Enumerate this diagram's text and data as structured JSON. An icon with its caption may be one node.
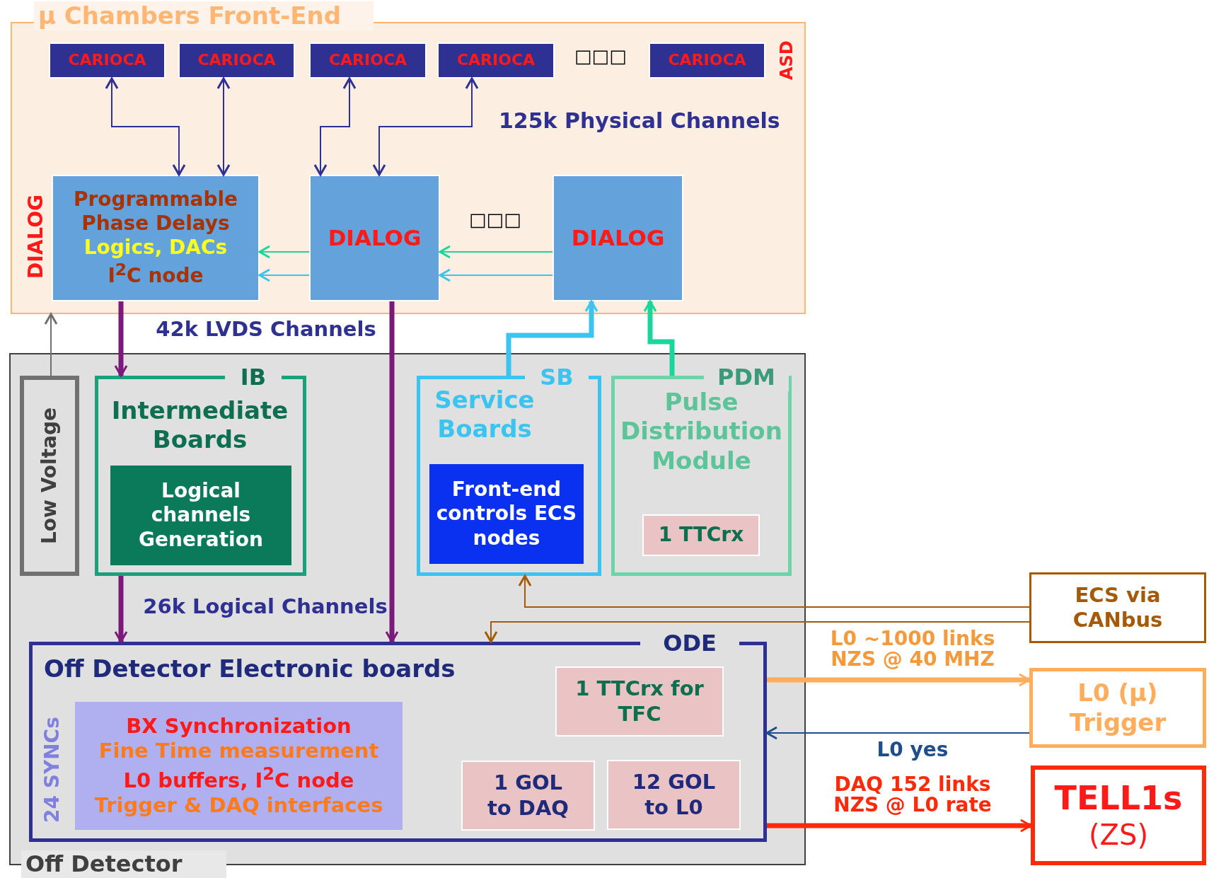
{
  "diagram": {
    "nodes": [
      {
        "text": [
          "μ Chambers Front-End"
        ]
      },
      {
        "text": [
          "CARIOCA"
        ],
        "in": 0
      },
      {
        "text": [
          "CARIOCA"
        ],
        "in": 0
      },
      {
        "text": [
          "CARIOCA"
        ],
        "in": 0
      },
      {
        "text": [
          "CARIOCA"
        ],
        "in": 0
      },
      {
        "text": [
          "CARIOCA"
        ],
        "in": 0
      },
      {
        "text": [
          "Programmable Phase Delays",
          "Logics, DACs",
          "I$^{2}$C node"
        ],
        "in": 0
      },
      {
        "text": [
          "DIALOG"
        ],
        "in": 0
      },
      {
        "text": [
          "DIALOG"
        ],
        "in": 0
      },
      {
        "text": [
          "Off Detector"
        ]
      },
      {
        "text": [
          "Low Voltage"
        ],
        "in": 9
      },
      {
        "text": [
          "IB",
          "Intermediate Boards"
        ],
        "in": 9
      },
      {
        "text": [
          "Logical channels Generation"
        ],
        "in": 11
      },
      {
        "text": [
          "SB",
          "Service Boards"
        ],
        "in": 9
      },
      {
        "text": [
          "Front-end controls ECS nodes"
        ],
        "in": 13
      },
      {
        "text": [
          "PDM",
          "Pulse Distribution Module"
        ],
        "in": 9
      },
      {
        "text": [
          "1 TTCrx"
        ],
        "in": 15
      },
      {
        "text": [
          "ODE",
          "Off Detector Electronic boards"
        ],
        "in": 9
      },
      {
        "text": [
          "BX Synchronization",
          "Fine Time measurement",
          "L0 buffers, I$^{2}$C node",
          "Trigger & DAQ interfaces"
        ],
        "in": 17
      },
      {
        "text": [
          "1 TTCrx for TFC"
        ],
        "in": 17
      },
      {
        "text": [
          "1 GOL to DAQ"
        ],
        "in": 17
      },
      {
        "text": [
          "12 GOL to L0"
        ],
        "in": 17
      },
      {
        "text": [
          "ECS via CANbus"
        ]
      },
      {
        "text": [
          "L0 (μ) Trigger"
        ]
      },
      {
        "text": [
          "TELL1s",
          "(ZS)"
        ]
      }
    ],
    "edges": [
      {
        "from": 1,
        "to": 6,
        "arrow": "both"
      },
      {
        "from": 2,
        "to": 6,
        "arrow": "both"
      },
      {
        "from": 3,
        "to": 7,
        "arrow": "both"
      },
      {
        "from": 4,
        "to": 7,
        "arrow": "both"
      },
      {
        "from": 7,
        "to": 6,
        "arrow": "to",
        "color": "#1ad69a"
      },
      {
        "from": 7,
        "to": 6,
        "arrow": "to",
        "color": "#3cc4f0"
      },
      {
        "from": 8,
        "to": 7,
        "arrow": "to",
        "color": "#1ad69a"
      },
      {
        "from": 8,
        "to": 7,
        "arrow": "to",
        "color": "#3cc4f0"
      },
      {
        "from": 13,
        "to": 8,
        "arrow": "to",
        "style": "thick",
        "color": "#3cc4f0"
      },
      {
        "from": 15,
        "to": 8,
        "arrow": "to",
        "style": "thick",
        "color": "#1ad69a"
      },
      {
        "from": 10,
        "to": 0,
        "arrow": "to",
        "color": "#707070"
      },
      {
        "from": 6,
        "to": 11,
        "arrow": "to",
        "label": "42k LVDS Channels",
        "style": "thick",
        "color": "#7b1a7b"
      },
      {
        "from": 11,
        "to": 17,
        "arrow": "to",
        "label": "26k Logical Channels",
        "style": "thick",
        "color": "#7b1a7b"
      },
      {
        "from": 7,
        "to": 17,
        "arrow": "to",
        "style": "thick",
        "color": "#7b1a7b"
      },
      {
        "from": 22,
        "to": 13,
        "arrow": "to",
        "color": "#a55a0a"
      },
      {
        "from": 22,
        "to": 17,
        "arrow": "to",
        "color": "#a55a0a"
      },
      {
        "from": 17,
        "to": 23,
        "arrow": "to",
        "label": "L0 ~1000 links NZS @ 40 MHZ",
        "style": "thick",
        "color": "#ffad5c"
      },
      {
        "from": 23,
        "to": 17,
        "arrow": "to",
        "label": "L0 yes",
        "color": "#1f4e8c"
      },
      {
        "from": 17,
        "to": 24,
        "arrow": "to",
        "label": "DAQ 152 links NZS @ L0 rate",
        "style": "thick",
        "color": "#ff2a0a"
      }
    ],
    "labels": [
      "ASD",
      "125k Physical Channels",
      "□□□",
      "DIALOG",
      "□□□",
      "24 SYNCs"
    ]
  }
}
